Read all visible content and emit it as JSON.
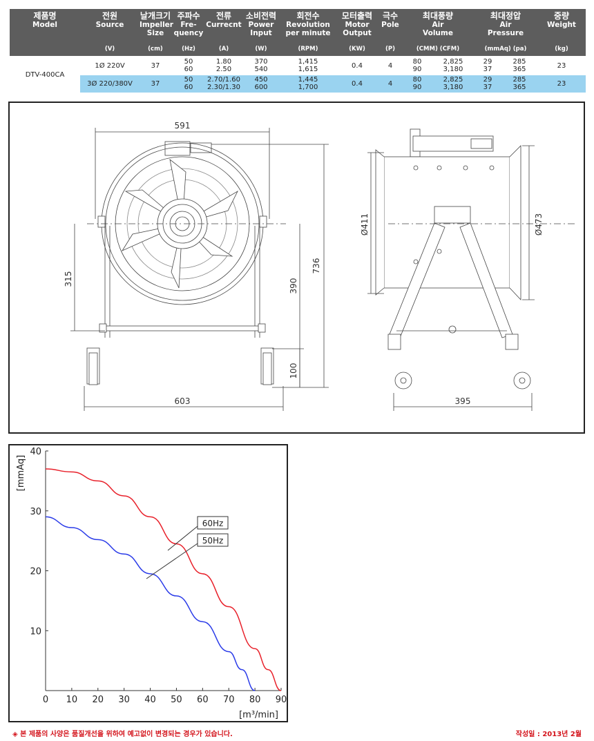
{
  "spec_table": {
    "headers": [
      {
        "ko": "제품명",
        "en": [
          "Model"
        ],
        "unit": ""
      },
      {
        "ko": "전원",
        "en": [
          "Source"
        ],
        "unit": "(V)"
      },
      {
        "ko": "날개크기",
        "en": [
          "Impeller",
          "Size"
        ],
        "unit": "(cm)"
      },
      {
        "ko": "주파수",
        "en": [
          "Fre-",
          "quency"
        ],
        "unit": "(Hz)"
      },
      {
        "ko": "전류",
        "en": [
          "Currecnt"
        ],
        "unit": "(A)"
      },
      {
        "ko": "소비전력",
        "en": [
          "Power",
          "Input"
        ],
        "unit": "(W)"
      },
      {
        "ko": "회전수",
        "en": [
          "Revolution",
          "per minute"
        ],
        "unit": "(RPM)"
      },
      {
        "ko": "모터출력",
        "en": [
          "Motor",
          "Output"
        ],
        "unit": "(KW)"
      },
      {
        "ko": "극수",
        "en": [
          "Pole"
        ],
        "unit": "(P)"
      },
      {
        "ko": "최대풍량",
        "en": [
          "Air",
          "Volume"
        ],
        "unit": "(CMM)  (CFM)"
      },
      {
        "ko": "최대정압",
        "en": [
          "Air",
          "Pressure"
        ],
        "unit": "(mmAq)   (pa)"
      },
      {
        "ko": "중량",
        "en": [
          "Weight"
        ],
        "unit": "(kg)"
      }
    ],
    "model": "DTV-400CA",
    "rows": [
      {
        "source": "1Ø 220V",
        "impeller": "37",
        "freq": [
          "50",
          "60"
        ],
        "current": [
          "1.80",
          "2.50"
        ],
        "power": [
          "370",
          "540"
        ],
        "rpm": [
          "1,415",
          "1,615"
        ],
        "motor": "0.4",
        "pole": "4",
        "cmm": [
          "80",
          "90"
        ],
        "cfm": [
          "2,825",
          "3,180"
        ],
        "mmaq": [
          "29",
          "37"
        ],
        "pa": [
          "285",
          "365"
        ],
        "weight": "23"
      },
      {
        "source": "3Ø 220/380V",
        "impeller": "37",
        "freq": [
          "50",
          "60"
        ],
        "current": [
          "2.70/1.60",
          "2.30/1.30"
        ],
        "power": [
          "450",
          "600"
        ],
        "rpm": [
          "1,445",
          "1,700"
        ],
        "motor": "0.4",
        "pole": "4",
        "cmm": [
          "80",
          "90"
        ],
        "cfm": [
          "2,825",
          "3,180"
        ],
        "mmaq": [
          "29",
          "37"
        ],
        "pa": [
          "285",
          "365"
        ],
        "weight": "23"
      }
    ]
  },
  "dimensions": {
    "width_top": "591",
    "center_height": "315",
    "total_height": "736",
    "axis_height": "390",
    "wheel_height": "100",
    "base_width": "603",
    "inner_diameter": "Ø411",
    "outer_diameter": "Ø473",
    "side_base_width": "395"
  },
  "chart_data": {
    "type": "line",
    "xlabel": "[m³/min]",
    "ylabel": "[mmAq]",
    "xlim": [
      0,
      90
    ],
    "ylim": [
      0,
      40
    ],
    "xticks": [
      0,
      10,
      20,
      30,
      40,
      50,
      60,
      70,
      80,
      90
    ],
    "yticks": [
      10,
      20,
      30,
      40
    ],
    "grid": false,
    "series": [
      {
        "name": "60Hz",
        "color": "#e8202a",
        "x": [
          0,
          10,
          20,
          30,
          40,
          50,
          60,
          70,
          80,
          85,
          90
        ],
        "y": [
          37,
          36.5,
          35,
          32.5,
          29,
          24.5,
          19.5,
          14,
          7,
          3.5,
          0
        ]
      },
      {
        "name": "50Hz",
        "color": "#2a3be8",
        "x": [
          0,
          10,
          20,
          30,
          40,
          50,
          60,
          70,
          75,
          80
        ],
        "y": [
          29,
          27.2,
          25.2,
          22.8,
          19.5,
          15.8,
          11.5,
          6.5,
          3.5,
          0
        ]
      }
    ]
  },
  "footer": {
    "note": "◈ 본 제품의 사양은 품질개선을 위하여 예고없이 변경되는 경우가 있습니다.",
    "date": "작성일 : 2013년 2월"
  }
}
